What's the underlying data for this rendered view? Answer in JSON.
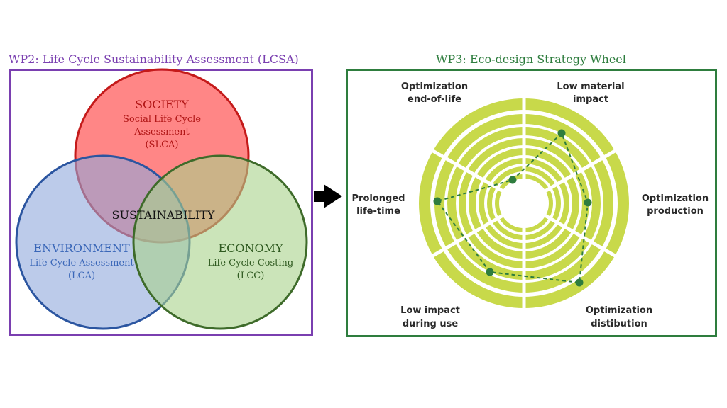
{
  "lcsa": {
    "title": "WP2: Life Cycle Sustainability Assessment (LCSA)",
    "society": {
      "heading": "SOCIETY",
      "line1": "Social Life Cycle",
      "line2": "Assessment",
      "line3": "(SLCA)"
    },
    "environment": {
      "heading": "ENVIRONMENT",
      "line1": "Life Cycle Assessment",
      "line2": "(LCA)"
    },
    "economy": {
      "heading": "ECONOMY",
      "line1": "Life Cycle Costing",
      "line2": "(LCC)"
    },
    "center": "SUSTAINABILITY",
    "colors": {
      "society": "#ff7a7a",
      "environment": "#9fb7e0",
      "economy": "#b2d68f",
      "frame": "#7a3fb0"
    }
  },
  "wheel": {
    "title": "WP3: Eco-design Strategy Wheel",
    "labels": {
      "end_of_life": [
        "Optimization",
        "end-of-life"
      ],
      "low_material": [
        "Low material",
        "impact"
      ],
      "production": [
        "Optimization",
        "production"
      ],
      "distribution": [
        "Optimization",
        "distibution"
      ],
      "use": [
        "Low impact",
        "during use"
      ],
      "lifetime": [
        "Prolonged",
        "life-time"
      ]
    },
    "colors": {
      "ring": "#c8d94a",
      "line": "#2e7d3e",
      "frame": "#2e7d3e"
    }
  },
  "arrow_icon": "right-arrow-icon"
}
